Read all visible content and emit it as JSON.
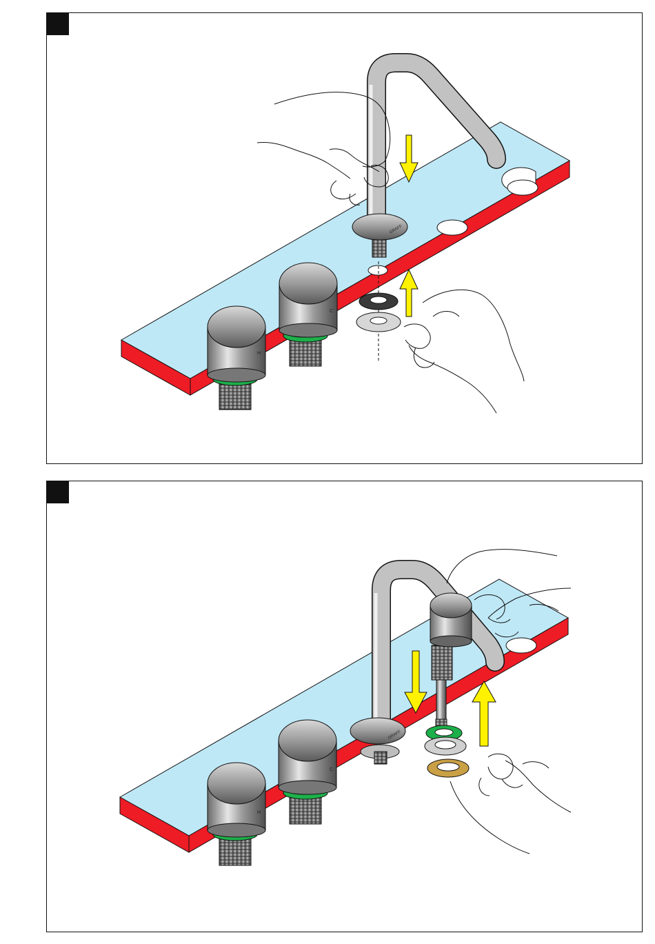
{
  "colors": {
    "countertop_top": "#bfe8f6",
    "countertop_edge": "#ee1c25",
    "arrow": "#fff200",
    "chrome_light": "#e9e9e9",
    "chrome_mid": "#a9a9a9",
    "chrome_dark": "#5e5e5e",
    "washer_green": "#1db04a",
    "brass": "#caa046",
    "outline": "#111111"
  },
  "panels": [
    {
      "step_marker": "",
      "handle_labels": [
        "H",
        "C"
      ],
      "spout_label": "GRAFF",
      "arrows": [
        "down",
        "up"
      ],
      "icons": [
        "hand-icon",
        "hand-icon",
        "washer-icon",
        "washer-icon"
      ]
    },
    {
      "step_marker": "",
      "handle_labels": [
        "H",
        "C"
      ],
      "spout_label": "GRAFF",
      "arrows": [
        "down",
        "up"
      ],
      "icons": [
        "hand-icon",
        "hand-icon",
        "locknut-icon",
        "washer-icon"
      ]
    }
  ]
}
